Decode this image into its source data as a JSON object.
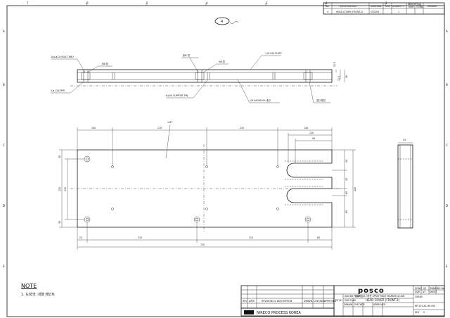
{
  "border": {
    "col_markers": [
      "7",
      "6",
      "5",
      "4",
      "3",
      "2",
      "1"
    ],
    "row_markers": [
      "A",
      "B",
      "C",
      "D",
      "E"
    ]
  },
  "parts_list": {
    "headers": [
      "No.",
      "SPECIFICATION",
      "MATERIAL",
      "UNIT",
      "QUANTITY",
      "WEIGHT(kg)",
      "REMARK"
    ],
    "weight_sub": [
      "UNIT",
      "TOTAL"
    ],
    "row": {
      "no": "4",
      "spec": "HEAD COVER (FRONT-2)",
      "material": "STS304",
      "unit": "",
      "quantity": "1"
    }
  },
  "balloon": "4",
  "callouts": {
    "hole_thru": "2x4-ø12 HOLE THRU",
    "tap": "M8 탭",
    "pipe": "4-ø 12A PIPE",
    "bolt_tap": "볼트 탭",
    "tap2": "M8 탭",
    "plate": "1.5t HGI PLATE",
    "support_pin": "6-ø10 SUPPORT PIN",
    "kaowool": "10t KAOWOOL 충진",
    "weld": "절단 용접",
    "hole_mark": "1.6T"
  },
  "side_view_dims": {
    "h1": "11.5",
    "h2": "21.5",
    "h3": "30"
  },
  "top_dims": [
    "100",
    "270",
    "210",
    "140",
    "120",
    "90"
  ],
  "bottom_dims": [
    "25",
    "315",
    "315",
    "65",
    "720"
  ],
  "left_dims": [
    "30",
    "170",
    "120",
    "30"
  ],
  "right_dims": [
    "40",
    "40",
    "65",
    "65",
    "220"
  ],
  "end_view_dim": "33",
  "note": {
    "title": "NOTE",
    "line1": "1. 도장색: 내열 페인트"
  },
  "revision_headers": [
    "REV",
    "DATE",
    "REVISIONS & DESCRIPTION",
    "DRAWN",
    "CHECKED",
    "APPROVED"
  ],
  "title_block": {
    "company_logo": "posco",
    "vendor": "NIRECO PROCESS KOREA",
    "title_label": "TITLE",
    "project_label1": "SAN BU PLAN",
    "project_label2": "SUB PLAN",
    "project_title": "광양제철소 3후판 SPRAY PAINT MARKER A LINE",
    "part_title": "HEAD COVER (FRONT-2)",
    "cell_drawn": "DRAWN",
    "cell_checked": "CHECKED",
    "cell_approved": "APPROVED",
    "scale_label": "SCALE",
    "scale": "1/5",
    "size_label": "SIZE",
    "size": "A3",
    "sheet_label": "SHEET",
    "drawing_no_label": "DRAWING No.",
    "drawing_no": "NP-203-AL-HE-005",
    "rev_label": "REV",
    "rev": "0",
    "grade_label": "GRADE"
  }
}
